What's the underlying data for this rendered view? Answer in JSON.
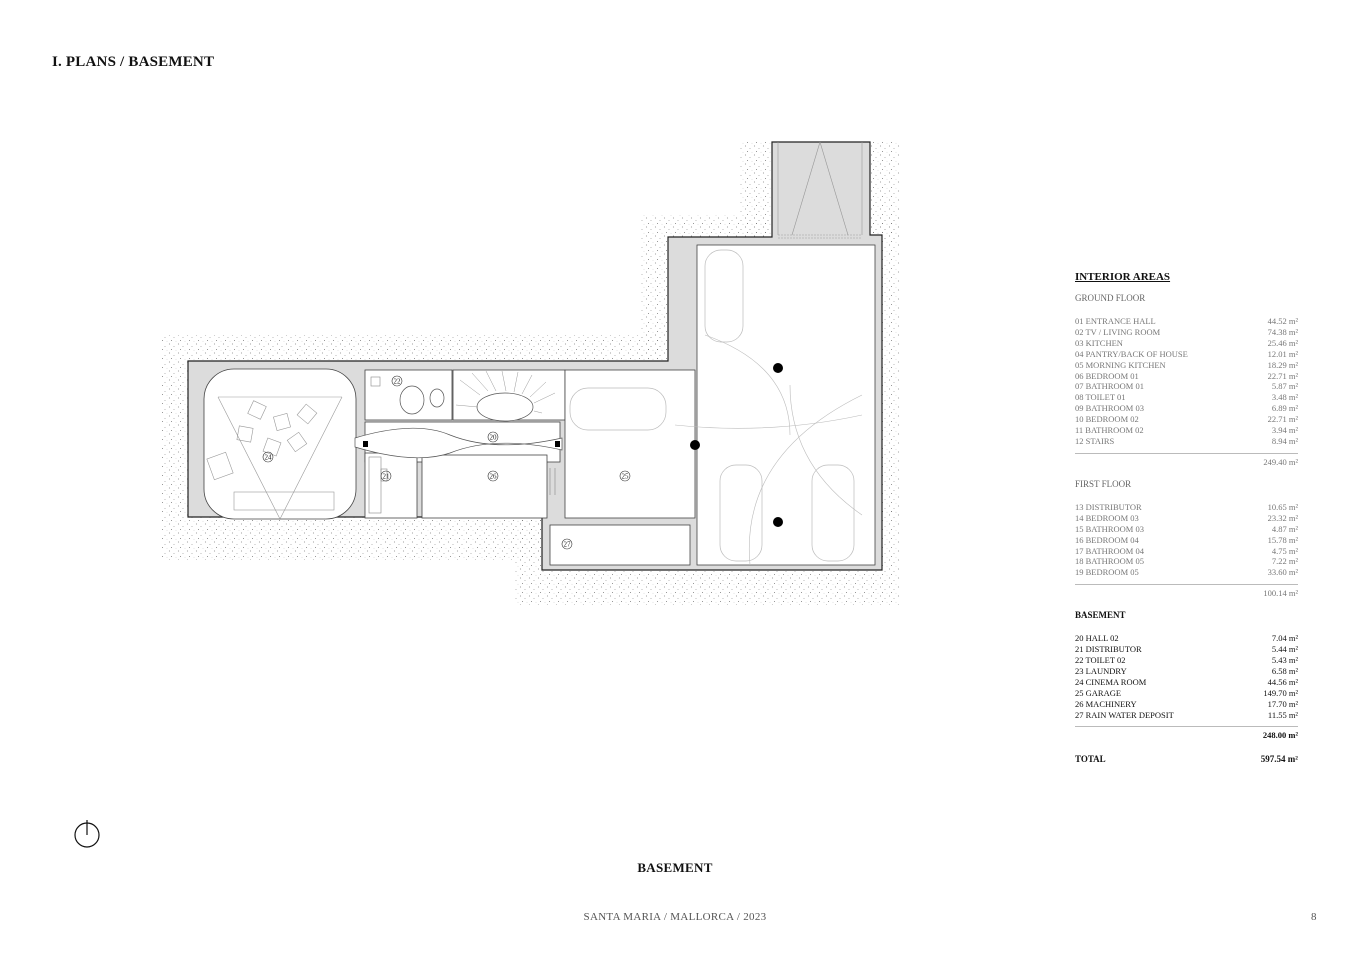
{
  "header": {
    "title": "I. PLANS / BASEMENT"
  },
  "plan": {
    "rooms": [
      {
        "num": "24"
      },
      {
        "num": "22"
      },
      {
        "num": "20"
      },
      {
        "num": "21"
      },
      {
        "num": "26"
      },
      {
        "num": "25"
      },
      {
        "num": "27"
      }
    ]
  },
  "areas": {
    "title": "INTERIOR AREAS",
    "ground_floor": {
      "title": "GROUND FLOOR",
      "items": [
        {
          "name": "01 ENTRANCE HALL",
          "area": "44.52 m²"
        },
        {
          "name": "02 TV / LIVING ROOM",
          "area": "74.38 m²"
        },
        {
          "name": "03 KITCHEN",
          "area": "25.46 m²"
        },
        {
          "name": "04 PANTRY/BACK OF HOUSE",
          "area": "12.01 m²"
        },
        {
          "name": "05 MORNING KITCHEN",
          "area": "18.29 m²"
        },
        {
          "name": "06 BEDROOM 01",
          "area": "22.71 m²"
        },
        {
          "name": "07 BATHROOM 01",
          "area": "5.87 m²"
        },
        {
          "name": "08 TOILET 01",
          "area": "3.48 m²"
        },
        {
          "name": "09 BATHROOM 03",
          "area": "6.89 m²"
        },
        {
          "name": "10 BEDROOM 02",
          "area": "22.71 m²"
        },
        {
          "name": "11 BATHROOM 02",
          "area": "3.94 m²"
        },
        {
          "name": "12 STAIRS",
          "area": "8.94 m²"
        }
      ],
      "subtotal": "249.40 m²"
    },
    "first_floor": {
      "title": "FIRST FLOOR",
      "items": [
        {
          "name": "13 DISTRIBUTOR",
          "area": "10.65 m²"
        },
        {
          "name": "14 BEDROOM 03",
          "area": "23.32 m²"
        },
        {
          "name": "15 BATHROOM 03",
          "area": "4.87 m²"
        },
        {
          "name": "16 BEDROOM 04",
          "area": "15.78 m²"
        },
        {
          "name": "17 BATHROOM 04",
          "area": "4.75 m²"
        },
        {
          "name": "18 BATHROOM 05",
          "area": "7.22 m²"
        },
        {
          "name": "19 BEDROOM 05",
          "area": "33.60 m²"
        }
      ],
      "subtotal": "100.14 m²"
    },
    "basement": {
      "title": "BASEMENT",
      "items": [
        {
          "name": "20 HALL 02",
          "area": "7.04 m²"
        },
        {
          "name": "21 DISTRIBUTOR",
          "area": "5.44 m²"
        },
        {
          "name": "22 TOILET 02",
          "area": "5.43 m²"
        },
        {
          "name": "23 LAUNDRY",
          "area": "6.58 m²"
        },
        {
          "name": "24 CINEMA ROOM",
          "area": "44.56 m²"
        },
        {
          "name": "25 GARAGE",
          "area": "149.70 m²"
        },
        {
          "name": "26 MACHINERY",
          "area": "17.70 m²"
        },
        {
          "name": "27 RAIN WATER DEPOSIT",
          "area": "11.55 m²"
        }
      ],
      "subtotal": "248.00 m²"
    },
    "total_label": "TOTAL",
    "total_value": "597.54 m²"
  },
  "plan_label": "BASEMENT",
  "footer": {
    "text": "SANTA MARIA / MALLORCA / 2023",
    "page": "8"
  }
}
